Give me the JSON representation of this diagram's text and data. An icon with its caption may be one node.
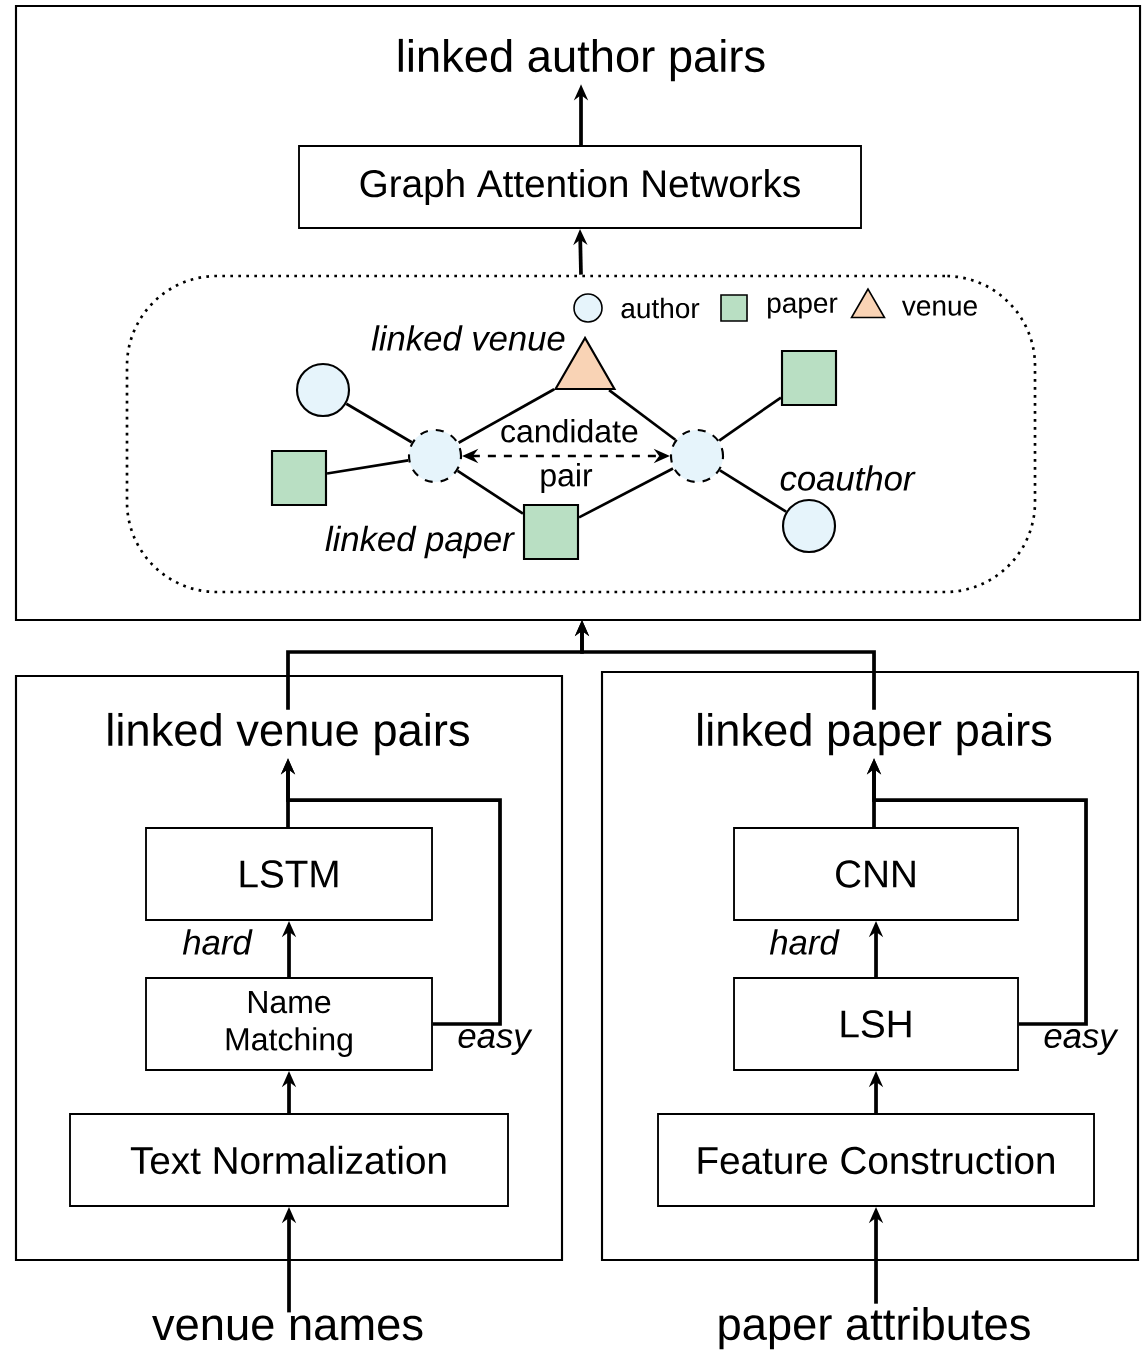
{
  "diagram": {
    "nodes": [
      {
        "text": [],
        "shape": "box"
      },
      {
        "text": [
          "linked author pairs"
        ],
        "in": 0
      },
      {
        "text": [
          "Graph Attention Networks"
        ],
        "in": 0
      },
      {
        "text": [],
        "shape": "box",
        "in": 0
      },
      {
        "text": [],
        "shape": "circle",
        "in": 3
      },
      {
        "text": [],
        "shape": "box",
        "in": 3
      },
      {
        "text": [],
        "shape": "circle",
        "in": 3
      },
      {
        "text": [],
        "shape": "triangle",
        "in": 3,
        "beside": [
          "linked venue"
        ]
      },
      {
        "text": [],
        "shape": "box",
        "in": 3,
        "beside": [
          "linked paper"
        ]
      },
      {
        "text": [],
        "shape": "circle",
        "in": 3
      },
      {
        "text": [],
        "shape": "box",
        "in": 3
      },
      {
        "text": [],
        "shape": "circle",
        "in": 3,
        "beside": [
          "coauthor"
        ]
      },
      {
        "text": [],
        "shape": "box"
      },
      {
        "text": [
          "linked venue pairs"
        ],
        "in": 12
      },
      {
        "text": [
          "LSTM"
        ],
        "in": 12
      },
      {
        "text": [
          "Name Matching"
        ],
        "in": 12
      },
      {
        "text": [
          "Text Normalization"
        ],
        "in": 12
      },
      {
        "text": [],
        "shape": "box"
      },
      {
        "text": [
          "linked paper pairs"
        ],
        "in": 17
      },
      {
        "text": [
          "CNN"
        ],
        "in": 17
      },
      {
        "text": [
          "LSH"
        ],
        "in": 17
      },
      {
        "text": [
          "Feature Construction"
        ],
        "in": 17
      },
      {
        "text": [
          "venue names"
        ]
      },
      {
        "text": [
          "paper attributes"
        ]
      }
    ],
    "edges": [
      {
        "from": 2,
        "to": 1,
        "arrow": "to"
      },
      {
        "from": 3,
        "to": 2,
        "arrow": "to"
      },
      {
        "from": 4,
        "to": 6,
        "arrow": "none"
      },
      {
        "from": 5,
        "to": 6,
        "arrow": "none"
      },
      {
        "from": 6,
        "to": 7,
        "arrow": "none"
      },
      {
        "from": 6,
        "to": 8,
        "arrow": "none"
      },
      {
        "from": 7,
        "to": 9,
        "arrow": "none"
      },
      {
        "from": 8,
        "to": 9,
        "arrow": "none"
      },
      {
        "from": 9,
        "to": 10,
        "arrow": "none"
      },
      {
        "from": 9,
        "to": 11,
        "arrow": "none"
      },
      {
        "from": 6,
        "to": 9,
        "arrow": "both",
        "style": "dashed",
        "label": "candidate pair"
      },
      {
        "from": 13,
        "to": 0,
        "arrow": "to"
      },
      {
        "from": 18,
        "to": 0,
        "arrow": "to"
      },
      {
        "from": 16,
        "to": 15,
        "arrow": "to"
      },
      {
        "from": 15,
        "to": 14,
        "arrow": "to",
        "label": "hard"
      },
      {
        "from": 14,
        "to": 13,
        "arrow": "to"
      },
      {
        "from": 15,
        "to": 13,
        "arrow": "to",
        "label": "easy"
      },
      {
        "from": 22,
        "to": 16,
        "arrow": "to"
      },
      {
        "from": 21,
        "to": 20,
        "arrow": "to"
      },
      {
        "from": 20,
        "to": 19,
        "arrow": "to",
        "label": "hard"
      },
      {
        "from": 19,
        "to": 18,
        "arrow": "to"
      },
      {
        "from": 20,
        "to": 18,
        "arrow": "to",
        "label": "easy"
      },
      {
        "from": 23,
        "to": 21,
        "arrow": "to"
      }
    ],
    "legend": [
      {
        "text": "author"
      },
      {
        "text": "paper"
      },
      {
        "text": "venue"
      }
    ]
  }
}
